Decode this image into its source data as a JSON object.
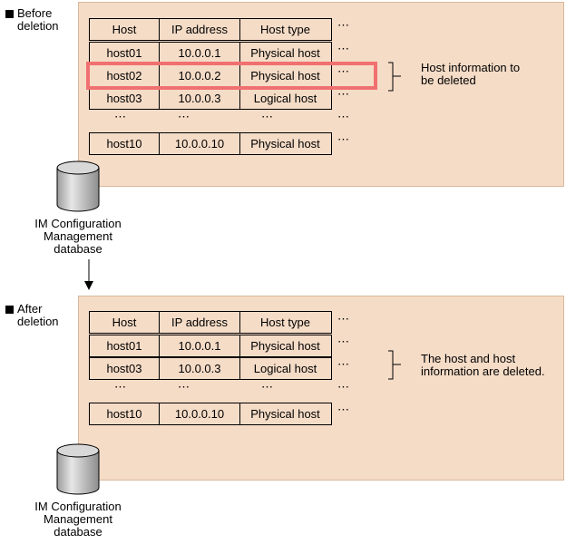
{
  "before": {
    "label_line1": "Before",
    "label_line2": "deletion",
    "header": [
      "Host",
      "IP address",
      "Host type"
    ],
    "rows": [
      [
        "host01",
        "10.0.0.1",
        "Physical host"
      ],
      [
        "host02",
        "10.0.0.2",
        "Physical host"
      ],
      [
        "host03",
        "10.0.0.3",
        "Logical host"
      ],
      [
        "host10",
        "10.0.0.10",
        "Physical host"
      ]
    ],
    "note_line1": "Host information to",
    "note_line2": "be deleted"
  },
  "after": {
    "label_line1": "After",
    "label_line2": "deletion",
    "header": [
      "Host",
      "IP address",
      "Host type"
    ],
    "rows": [
      [
        "host01",
        "10.0.0.1",
        "Physical host"
      ],
      [
        "host03",
        "10.0.0.3",
        "Logical host"
      ],
      [
        "host10",
        "10.0.0.10",
        "Physical host"
      ]
    ],
    "note_line1": "The host and host",
    "note_line2": "information are deleted."
  },
  "database": {
    "line1": "IM Configuration",
    "line2": "Management",
    "line3": "database"
  },
  "ellipsis": "⋯",
  "colors": {
    "panel": "#f5dcc7",
    "highlight": "#f07070"
  }
}
